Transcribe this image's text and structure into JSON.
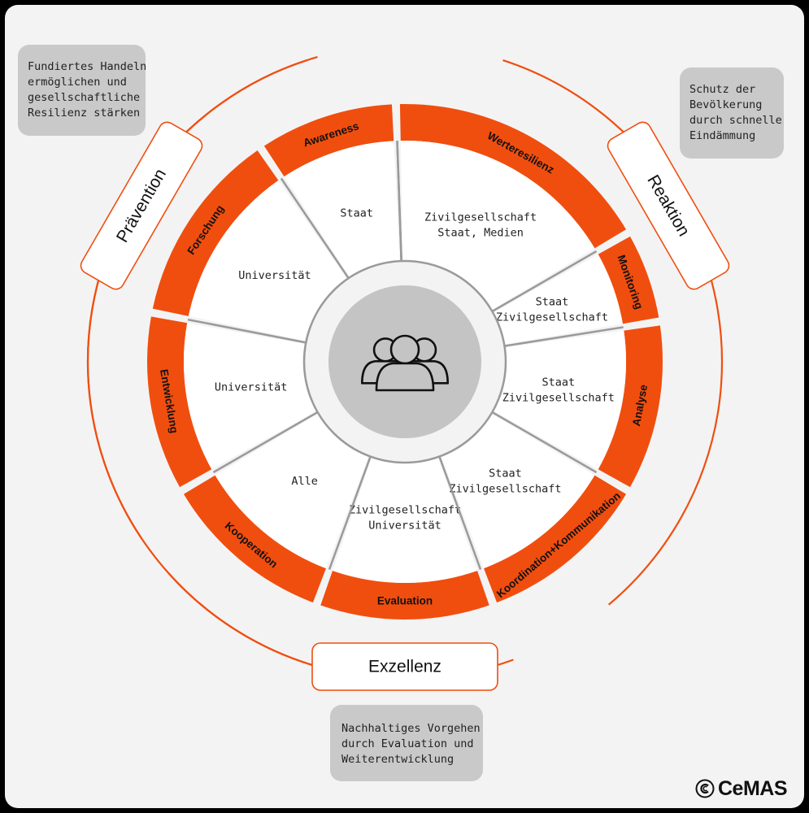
{
  "colors": {
    "accent": "#f04e0f",
    "panel": "#f3f3f3",
    "segment_fill": "#ffffff",
    "divider": "#9a9a9a",
    "hub": "#c4c4c4",
    "callout": "#c9c9c9"
  },
  "phases": [
    {
      "label": "Prävention"
    },
    {
      "label": "Reaktion"
    },
    {
      "label": "Exzellenz"
    }
  ],
  "callouts": {
    "top_left": [
      "Fundiertes Handeln",
      "ermöglichen und",
      "gesellschaftliche",
      "Resilienz stärken"
    ],
    "top_right": [
      "Schutz der",
      "Bevölkerung",
      "durch schnelle",
      "Eindämmung"
    ],
    "bottom": [
      "Nachhaltiges Vorgehen",
      "durch Evaluation und",
      "Weiterentwicklung"
    ]
  },
  "segments": [
    {
      "label": "Werteresilienz",
      "actors": [
        "Zivilgesellschaft",
        "Staat, Medien"
      ]
    },
    {
      "label": "Monitoring",
      "actors": [
        "Staat",
        "Zivilgesellschaft"
      ]
    },
    {
      "label": "Analyse",
      "actors": [
        "Staat",
        "Zivilgesellschaft"
      ]
    },
    {
      "label": "Koordination+Kommunikation",
      "actors": [
        "Staat",
        "Zivilgesellschaft"
      ]
    },
    {
      "label": "Evaluation",
      "actors": [
        "Zivilgesellschaft",
        "Universität"
      ]
    },
    {
      "label": "Kooperation",
      "actors": [
        "Alle"
      ]
    },
    {
      "label": "Entwicklung",
      "actors": [
        "Universität"
      ]
    },
    {
      "label": "Forschung",
      "actors": [
        "Universität"
      ]
    },
    {
      "label": "Awareness",
      "actors": [
        "Staat"
      ]
    }
  ],
  "center": {
    "icon": "people-group-icon"
  },
  "brand": {
    "name": "CeMAS",
    "icon": "cemas-logo-icon"
  }
}
